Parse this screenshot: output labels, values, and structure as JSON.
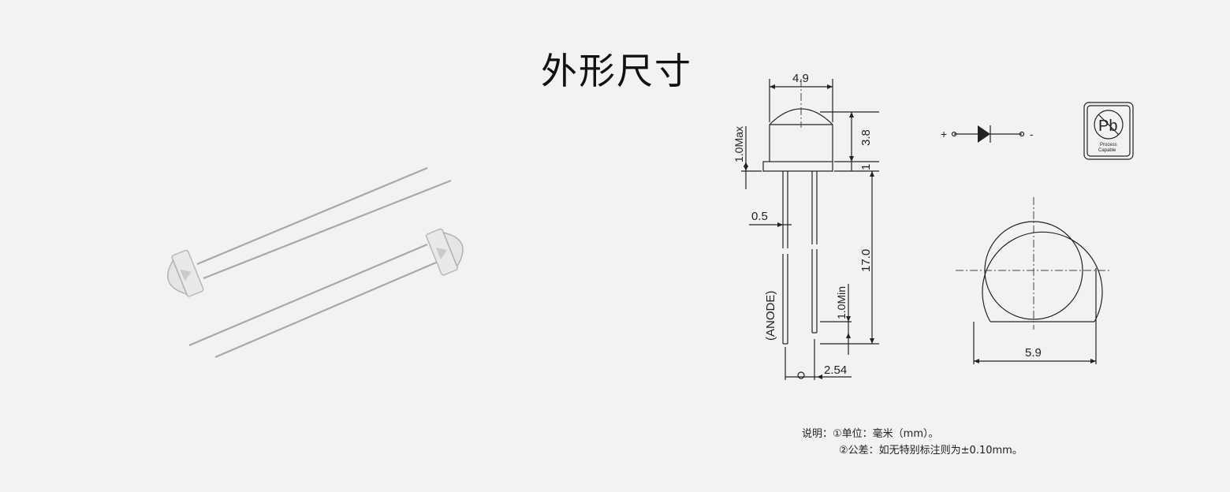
{
  "title": "外形尺寸",
  "dimensions": {
    "top_width": "4.9",
    "dome_height": "3.8",
    "flange_thickness": "1",
    "flange_max": "1.0Max",
    "lead_width": "0.5",
    "lead_length": "17.0",
    "lead_min": "1.0Min",
    "anode_label": "(ANODE)",
    "pitch": "2.54",
    "bottom_diameter": "5.9"
  },
  "symbol": {
    "plus": "+",
    "minus": "-"
  },
  "pb_badge": {
    "symbol": "Pb",
    "line1": "Process",
    "line2": "Capable"
  },
  "notes": {
    "line1": "说明：①单位：毫米（mm）。",
    "line2": "②公差：如无特别标注则为±0.10mm。"
  },
  "colors": {
    "background": "#f2f2f2",
    "line": "#222222"
  }
}
